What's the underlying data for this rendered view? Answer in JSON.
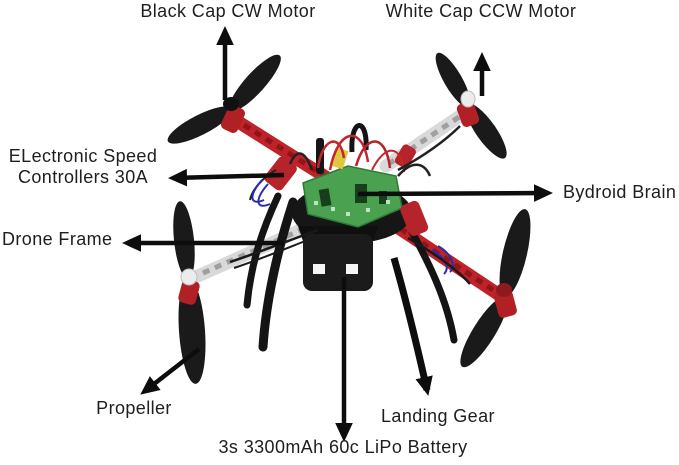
{
  "diagram": {
    "labels": {
      "black_cap": "Black Cap CW Motor",
      "white_cap": "White Cap CCW Motor",
      "esc": "ELectronic Speed\nControllers 30A",
      "bydroid": "Bydroid Brain",
      "frame": "Drone Frame",
      "propeller": "Propeller",
      "landing_gear": "Landing Gear",
      "battery": "3s 3300mAh 60c LiPo Battery"
    },
    "colors": {
      "background": "#ffffff",
      "text": "#1e1e1e",
      "arrow": "#0d0d0d",
      "frame_red": "#bf2228",
      "frame_white": "#d9d9d9",
      "propeller_black": "#1a1a1a",
      "pcb_green": "#4aa251",
      "wire_blue": "#2b2bb0",
      "component_yellow": "#ddc83f"
    }
  }
}
